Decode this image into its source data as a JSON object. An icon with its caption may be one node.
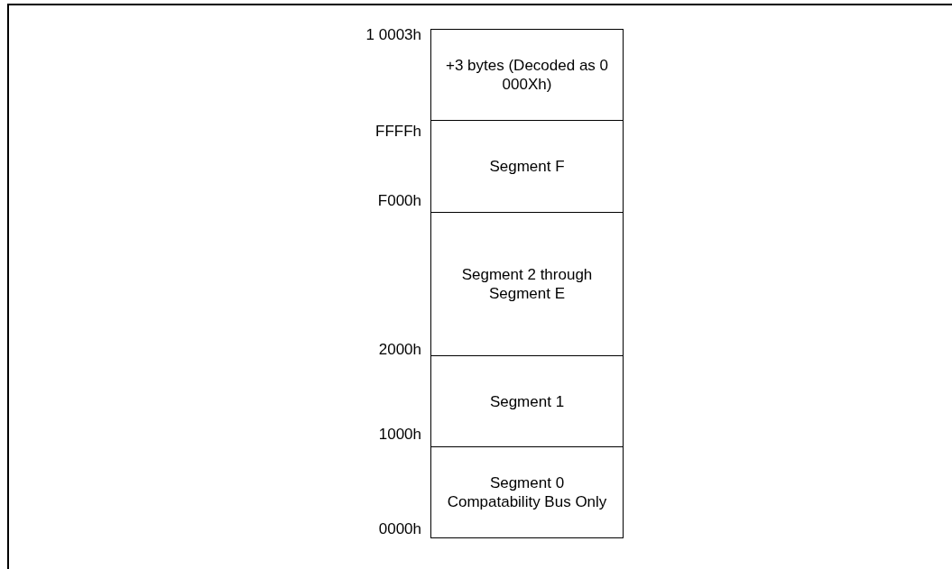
{
  "diagram": {
    "nodes": [
      {
        "text": [
          "+3 bytes (Decoded as 0 000Xh)"
        ]
      },
      {
        "text": [
          "Segment F"
        ]
      },
      {
        "text": [
          "Segment 2 through Segment E"
        ]
      },
      {
        "text": [
          "Segment 1"
        ]
      },
      {
        "text": [
          "Segment 0 Compatability Bus Only"
        ]
      }
    ],
    "labels": [
      "1 0003h",
      "FFFFh",
      "F000h",
      "2000h",
      "1000h",
      "0000h"
    ]
  }
}
